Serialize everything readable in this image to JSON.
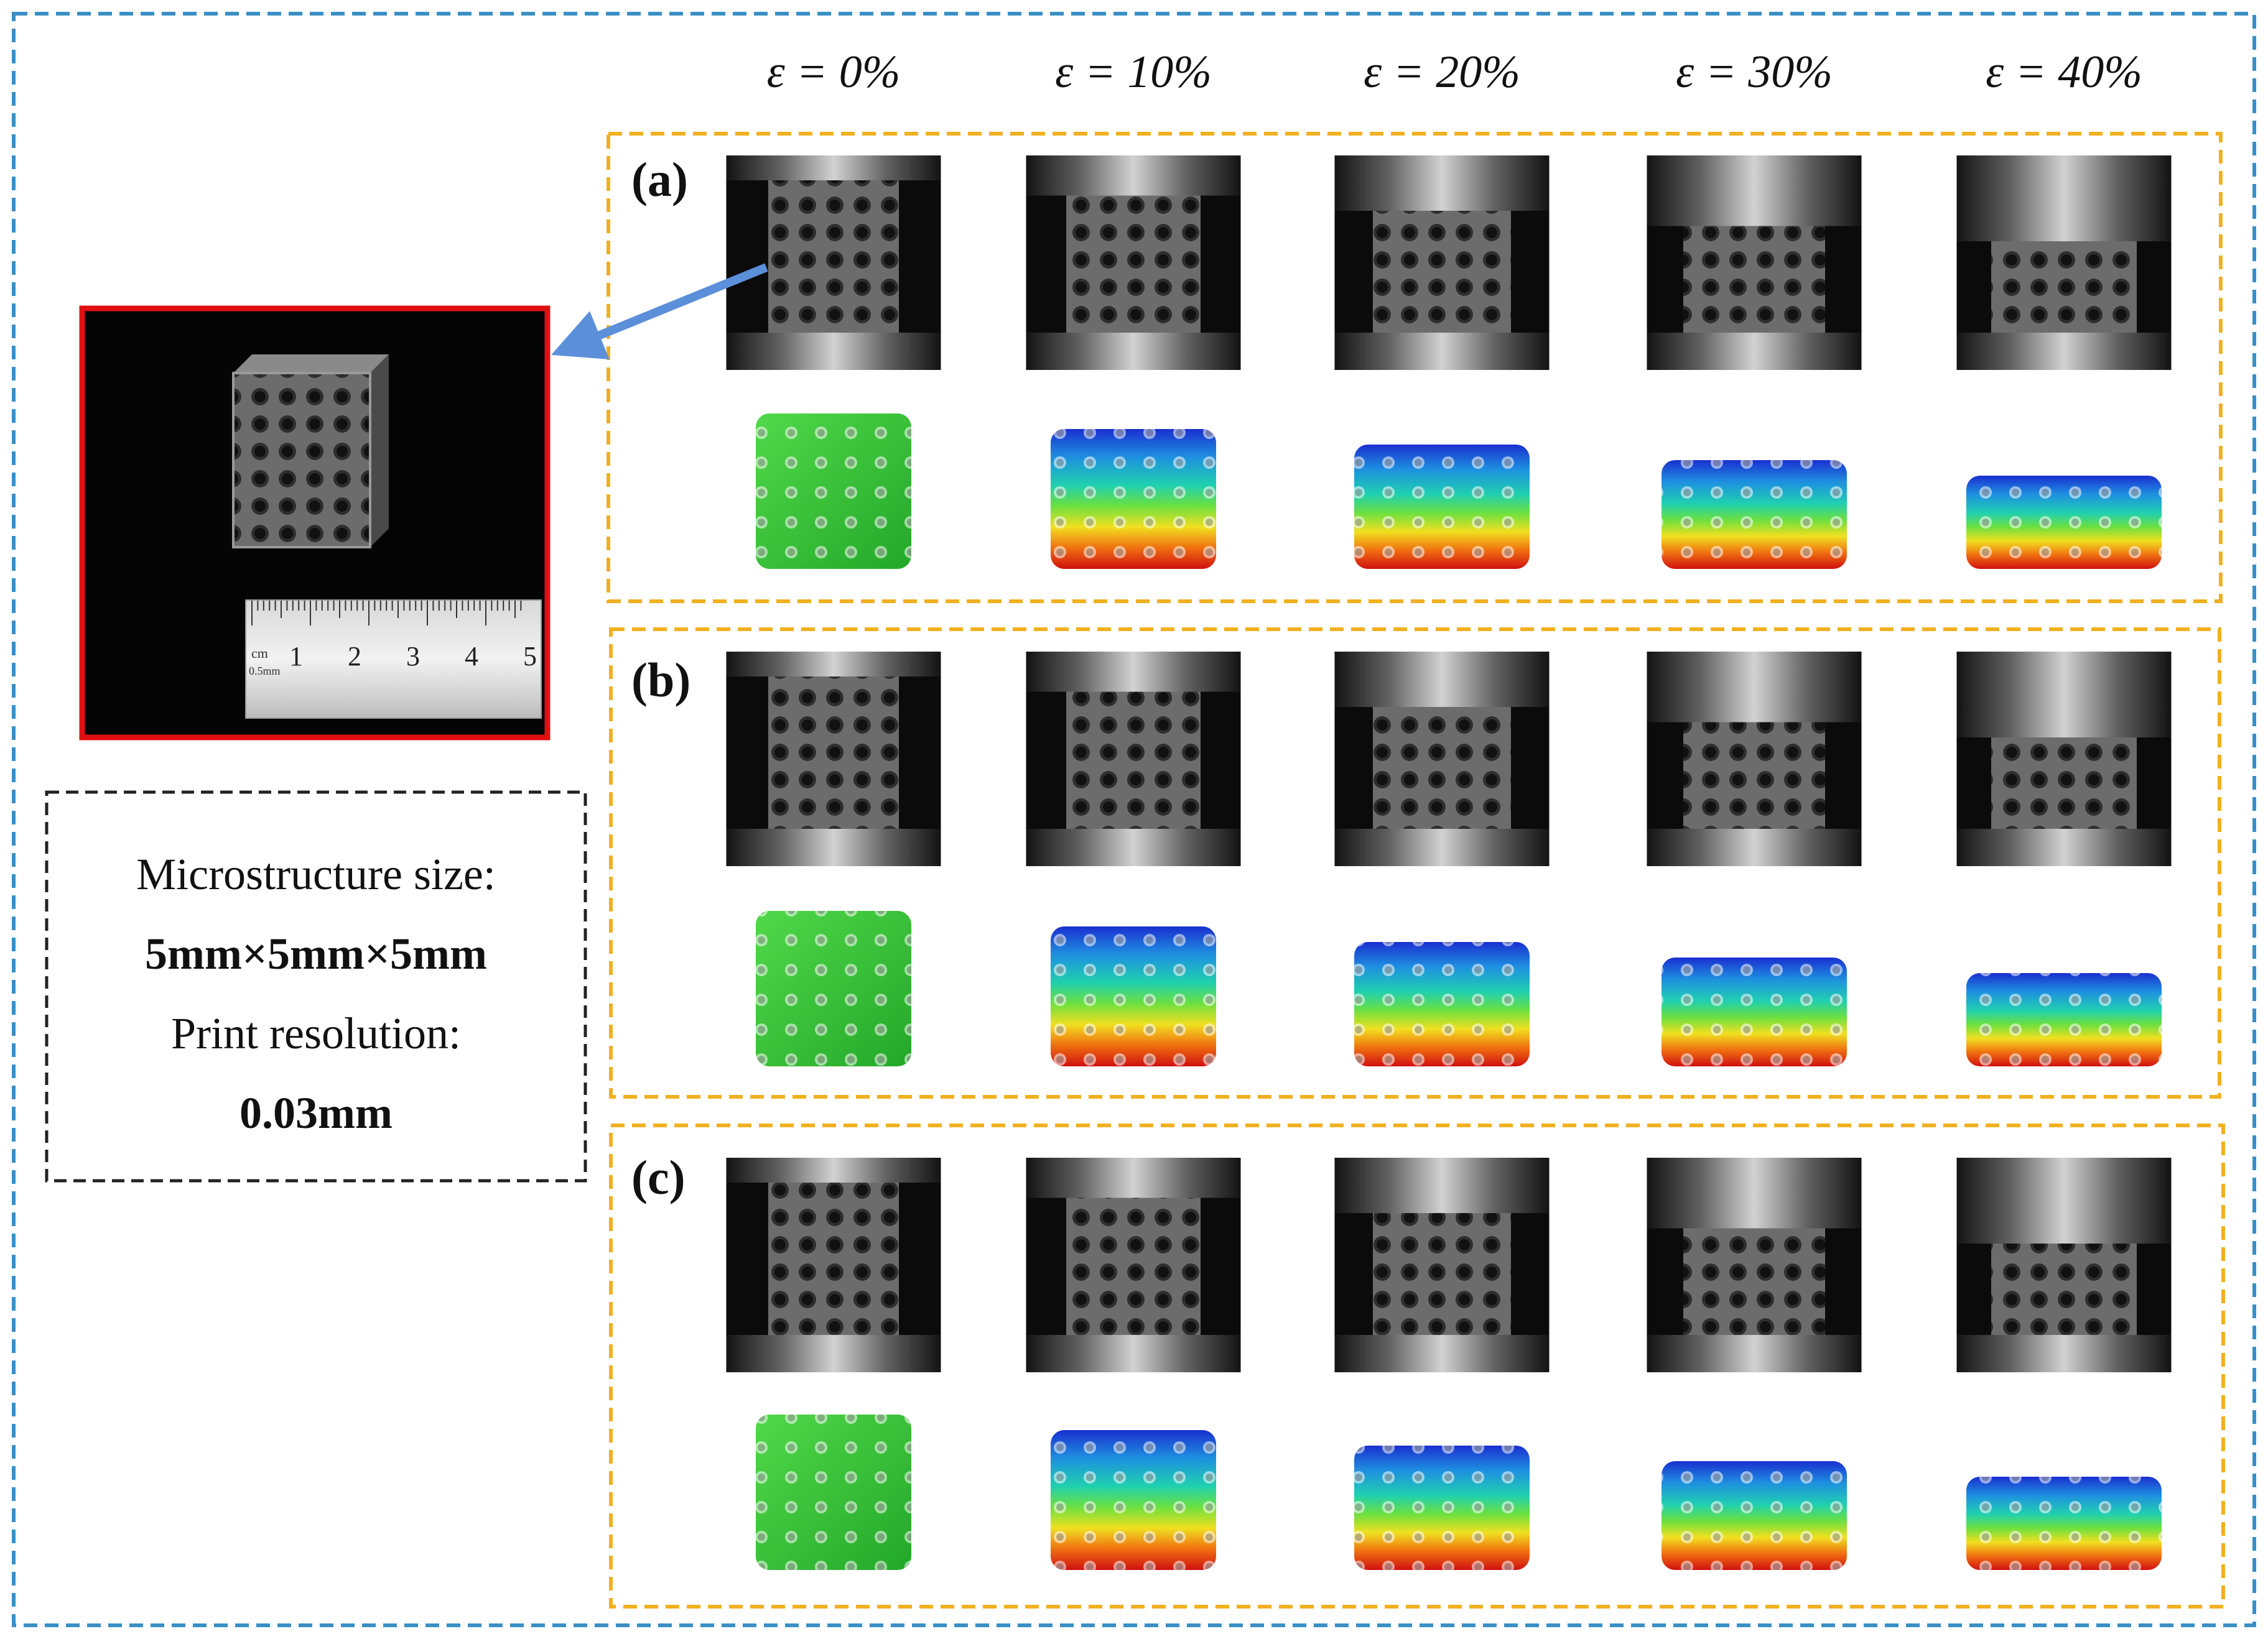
{
  "figure": {
    "strain_headers": [
      "ε = 0%",
      "ε = 10%",
      "ε = 20%",
      "ε = 30%",
      "ε = 40%"
    ],
    "strain_values_percent": [
      0,
      10,
      20,
      30,
      40
    ],
    "panels": [
      {
        "label": "(a)"
      },
      {
        "label": "(b)"
      },
      {
        "label": "(c)"
      }
    ],
    "photo": {
      "ruler_unit": "cm",
      "ruler_sub_label": "0.5mm",
      "ruler_numbers": [
        "1",
        "2",
        "3",
        "4",
        "5"
      ]
    },
    "info_box": {
      "line1": "Microstructure size:",
      "line2": "5mm×5mm×5mm",
      "line3": "Print resolution:",
      "line4": "0.03mm"
    },
    "colors": {
      "outer_frame": "#3a8fc4",
      "panel_frame": "#f0b020",
      "photo_frame": "#e01010",
      "info_frame": "#222222",
      "arrow": "#5b8fd9",
      "fem_undeformed": "#34c53a"
    }
  }
}
